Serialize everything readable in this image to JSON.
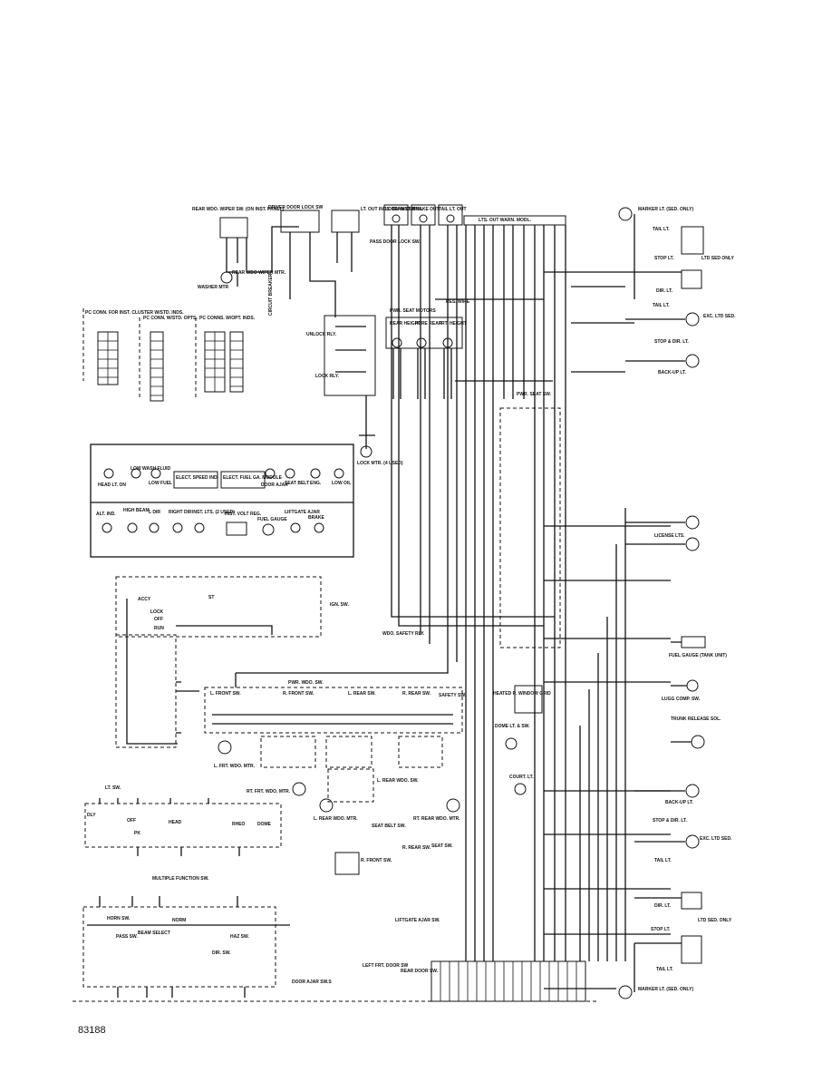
{
  "figure_number": "83188",
  "top": {
    "rear_wiper": "REAR WDO. WIPER SW. (ON INST. PANEL)",
    "driver_lock": "DRIVER DOOR LOCK SW",
    "out_inds": "LT. OUT INDS. ON INST. PNL.",
    "pass_lock": "PASS DOOR LOCK SW.",
    "lobeam": "LOBEAM OUT",
    "brake_out": "BRAKE OUT",
    "tail_out": "TAIL LT. OUT",
    "warn_mod": "LTS. OUT WARN. MODL.",
    "washer": "WASHER MTR",
    "wiper_mtr": "REAR WDO WIPER MTR.",
    "circuit_breaker": "CIRCUIT BREAKER"
  },
  "pc_conn": {
    "title_a": "PC CONN. FOR INST. CLUSTER W/STD. INDS.",
    "title_b": "PC CONN. W/STD. OPTS.",
    "title_c": "PC CONNS. W/OPT. INDS."
  },
  "seat": {
    "motors": "PWR. SEAT MOTORS",
    "rear_height": "REAR HEIGHT",
    "fore_rear": "FORE REAR",
    "frt_height": "FRT. HEIGHT",
    "unlock_rly": "UNLOCK RLY.",
    "lock_rly": "LOCK RLY.",
    "lock_mtr": "LOCK MTR. (4 USED)",
    "seat_sw": "PWR. SEAT SW.",
    "res_wire": "RES. WIRE"
  },
  "cluster": {
    "head_lt": "HEAD LT. ON",
    "low_wash": "LOW WASH FLUID",
    "low_fuel": "LOW FUEL",
    "elect_speed": "ELECT. SPEED IND.",
    "elect_fuel": "ELECT. FUEL GA. MODULE",
    "door_ajar": "DOOR AJAR",
    "seat_belt": "SEAT BELT",
    "eng": "ENG.",
    "low_oil": "LOW OIL",
    "alt_ind": "ALT. IND.",
    "high_beam": "HIGH BEAM",
    "l_dir": "L DIR",
    "right_dir": "RIGHT DIR",
    "inst_lts": "INST. LTS. (2 USED)",
    "inst_volt": "INST. VOLT REG.",
    "fuel_gauge": "FUEL GAUGE",
    "liftgate": "LIFTGATE AJAR",
    "brake": "BRAKE"
  },
  "ign": {
    "title": "IGN. SW.",
    "accy": "ACCY",
    "lock": "LOCK",
    "off": "OFF",
    "run": "RUN",
    "st": "ST"
  },
  "pwr_wdo": {
    "title": "PWR. WDO. SW.",
    "l_front": "L. FRONT SW.",
    "r_front": "R. FRONT SW.",
    "l_rear": "L. REAR SW.",
    "r_rear": "R. REAR SW.",
    "safety": "SAFETY SW.",
    "l_frt_mtr": "L. FRT. WDO. MTR.",
    "rt_frt_mtr": "RT. FRT. WDO. MTR.",
    "l_rear_sw": "L. REAR WDO. SW.",
    "l_rear_mtr": "L. REAR WDO. MTR.",
    "rt_rear_mtr": "RT. REAR WDO. MTR.",
    "safety_rly": "WDO. SAFETY RLY."
  },
  "lt_sw": {
    "title": "LT. SW.",
    "dly": "DLY",
    "off": "OFF",
    "head": "HEAD",
    "pk": "PK",
    "rheo": "RHEO",
    "dome": "DOME"
  },
  "multi": {
    "title": "MULTIPLE FUNCTION SW.",
    "horn": "HORN SW.",
    "beam": "BEAM SELECT",
    "pass": "PASS SW.",
    "norm": "NORM",
    "haz": "HAZ SW.",
    "dir": "DIR. SW."
  },
  "misc": {
    "heated_grid": "HEATED R. WINDOW GRID",
    "dome_sw": "DOME LT. & SW.",
    "court": "COURT. LT.",
    "seat_belt_sw": "SEAT BELT SW.",
    "r_rear_sw": "R. REAR SW.",
    "seat_sw": "SEAT SW.",
    "r_front_sw": "R. FRONT SW.",
    "liftgate_sw": "LIFTGATE AJAR SW.",
    "left_frt_door": "LEFT FRT. DOOR SW",
    "rear_door": "REAR DOOR SW.",
    "door_ajar_sws": "DOOR AJAR SW.S"
  },
  "right": {
    "marker_top": "MARKER LT. (SED. ONLY)",
    "tail_1": "TAIL LT.",
    "stop_1": "STOP LT.",
    "ltd_sed_only": "LTD SED ONLY",
    "dir_1": "DIR. LT.",
    "tail_2": "TAIL LT.",
    "exc_ltd": "EXC. LTD SED.",
    "stop_dir": "STOP & DIR. LT.",
    "back_up_1": "BACK-UP LT.",
    "license": "LICENSE LTS.",
    "fuel_gauge": "FUEL GAUGE (TANK UNIT)",
    "lug_comp": "LUGG COMP. SW.",
    "trunk": "TRUNK RELEASE SOL.",
    "back_up_2": "BACK-UP LT.",
    "stop_dir_2": "STOP & DIR. LT.",
    "exc_ltd_2": "EXC. LTD SED.",
    "tail_3": "TAIL LT.",
    "dir_2": "DIR. LT.",
    "ltd_sed_only_2": "LTD SED. ONLY",
    "stop_2": "STOP LT.",
    "tail_4": "TAIL LT.",
    "marker_bot": "MARKER LT. (SED. ONLY)"
  }
}
